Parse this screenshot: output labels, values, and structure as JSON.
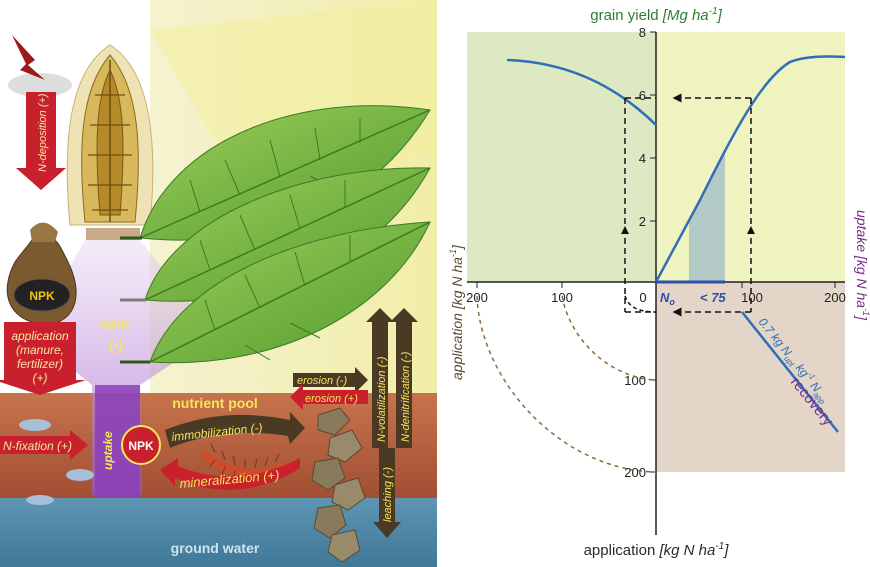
{
  "colors": {
    "soil": "#b45a3c",
    "water": "#4c86a8",
    "sky": "#f3efc0",
    "quad_green": "#dce9c3",
    "quad_yellow": "#eef3c0",
    "quad_brown": "#e3d5c8",
    "curve_blue": "#2f6fb5",
    "arrow_red": "#c8202c",
    "text_green": "#2e7d32",
    "text_purple": "#7b2c8a",
    "text_yellow": "#f5e65a",
    "text_dark_brown": "#5a4a30"
  },
  "left": {
    "n_deposition": "N-deposition (+)",
    "bag_text": "NPK",
    "application_label": [
      "application",
      "(manure,",
      "fertilizer)",
      "(+)"
    ],
    "npk_center": "NPK",
    "npk_center_sign": "(-)",
    "nutrient_pool": "nutrient pool",
    "n_fixation": "N-fixation (+)",
    "uptake": "uptake",
    "npk_circle": "NPK",
    "immobilization": "immobilization (-)",
    "mineralization": "mineralization (+)",
    "erosion_minus": "erosion (-)",
    "erosion_plus": "erosion (+)",
    "n_volatilization": "N-volatilization (-)",
    "n_denitrification": "N-denitrification (-)",
    "leaching": "leaching (-)",
    "ground_water": "ground water"
  },
  "right": {
    "title_main": "grain yield ",
    "title_unit": "[Mg ha",
    "title_exp": "-1",
    "title_close": "]",
    "y_ticks": [
      "8",
      "6",
      "4",
      "2"
    ],
    "left_axis_ticks": [
      "200",
      "100",
      "0"
    ],
    "right_axis_ticks": [
      "100",
      "200"
    ],
    "down_ticks": [
      "100",
      "200"
    ],
    "n0_label": "N",
    "n0_sub": "o",
    "lt75_label": "< 75",
    "left_axis_title": "application [kg N ha",
    "left_axis_exp": "-1",
    "right_axis_title": "uptake [kg N ha",
    "right_axis_exp": "-1",
    "bottom_title": "application ",
    "bottom_unit": "[kg N ha",
    "bottom_exp": "-1",
    "slope_label_a": "0.7 kg N",
    "slope_label_b": "upt",
    "slope_label_c": " kg",
    "slope_label_d": "-1",
    "slope_label_e": " N",
    "slope_label_f": "app",
    "recovery": "recovery"
  }
}
